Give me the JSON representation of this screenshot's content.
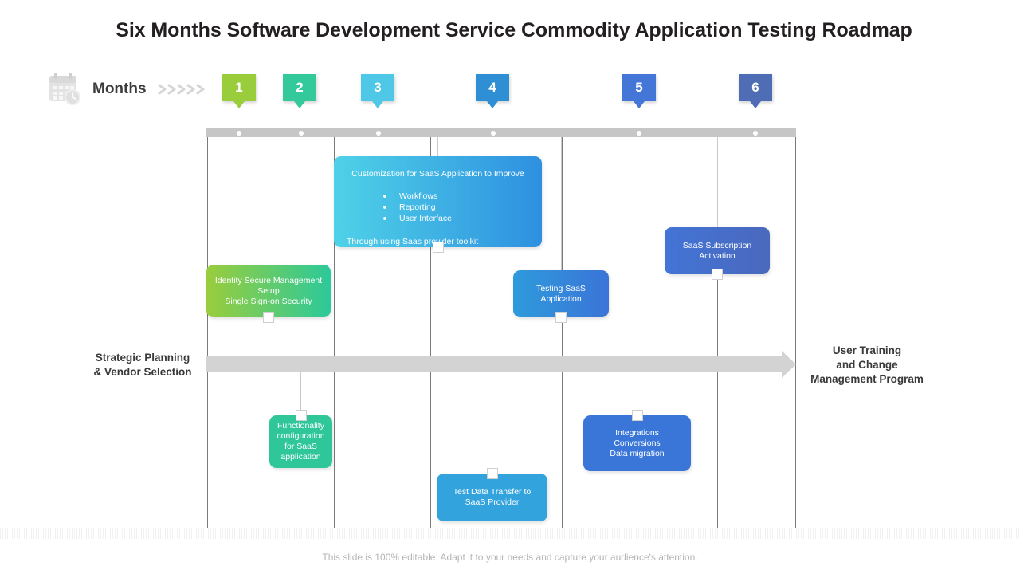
{
  "slide": {
    "title": "Six Months Software Development Service Commodity Application Testing Roadmap",
    "footer": "This slide is 100% editable. Adapt it to your needs and capture your audience's attention."
  },
  "header": {
    "months_label": "Months",
    "calendar_icon": "calendar-clock-icon",
    "chevrons_icon": "chevrons-right-icon"
  },
  "months": [
    {
      "number": "1",
      "color": "#9ACD3C"
    },
    {
      "number": "2",
      "color": "#34C99A"
    },
    {
      "number": "3",
      "color": "#4FC8E8"
    },
    {
      "number": "4",
      "color": "#2E8FD4"
    },
    {
      "number": "5",
      "color": "#4376D6"
    },
    {
      "number": "6",
      "color": "#4E6DB5"
    }
  ],
  "side_labels": {
    "left": "Strategic Planning\n& Vendor Selection",
    "left_line1": "Strategic Planning",
    "left_line2": "& Vendor Selection",
    "right_line1": "User Training",
    "right_line2": "and Change",
    "right_line3": "Management Program"
  },
  "milestones": {
    "identity": {
      "line1": "Identity Secure Management",
      "line2": "Setup",
      "line3": "Single Sign-on Security",
      "color_from": "#9ACD3C",
      "color_to": "#2CC99A"
    },
    "customization": {
      "heading": "Customization  for SaaS Application to Improve",
      "bullets": [
        "Workflows",
        "Reporting",
        "User Interface"
      ],
      "footer": "Through using Saas provider toolkit",
      "color_from": "#4FD2E8",
      "color_to": "#2E90E0"
    },
    "testing": {
      "line1": "Testing SaaS",
      "line2": "Application",
      "color_from": "#2E9BDC",
      "color_to": "#3B74D8"
    },
    "subscription": {
      "line1": "SaaS Subscription",
      "line2": "Activation",
      "color_from": "#4274D6",
      "color_to": "#4A69BD"
    },
    "functionality": {
      "line1": "Functionality",
      "line2": "configuration",
      "line3": "for SaaS",
      "line4": "application",
      "color": "#2FC79A"
    },
    "testdata": {
      "line1": "Test Data Transfer to",
      "line2": "SaaS Provider",
      "color": "#33A3DE"
    },
    "integrations": {
      "line1": "Integrations",
      "line2": "Conversions",
      "line3": "Data migration",
      "color": "#3A76D8"
    }
  },
  "timeline": {
    "track_color": "#c6c6c6",
    "arrow_color": "#d3d3d3",
    "dot_count": 6
  }
}
